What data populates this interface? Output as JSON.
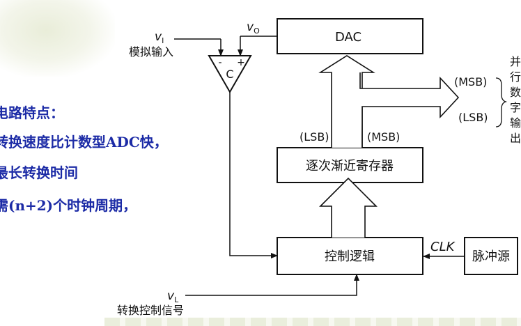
{
  "notes": {
    "line1": "电路特点：",
    "line2": "转换速度比计数型ADC快，",
    "line3": "最长转换时间",
    "line4": "需(n+2)个时钟周期，"
  },
  "diagram": {
    "dac": "DAC",
    "sar": "逐次渐近寄存器",
    "control": "控制逻辑",
    "clock_source": "脉冲源",
    "clk": "CLK",
    "comparator": "C",
    "comp_minus": "-",
    "comp_plus": "+",
    "vi_sym": "v",
    "vi_sub": "I",
    "vi_desc": "模拟输入",
    "vo_sym": "v",
    "vo_sub": "O",
    "vl_sym": "v",
    "vl_sub": "L",
    "vl_desc": "转换控制信号",
    "lsb_left": "(LSB)",
    "msb_left": "(MSB)",
    "msb_out": "(MSB)",
    "lsb_out": "(LSB)",
    "out_c1": "并",
    "out_c2": "行",
    "out_c3": "数",
    "out_c4": "字",
    "out_c5": "输",
    "out_c6": "出"
  }
}
